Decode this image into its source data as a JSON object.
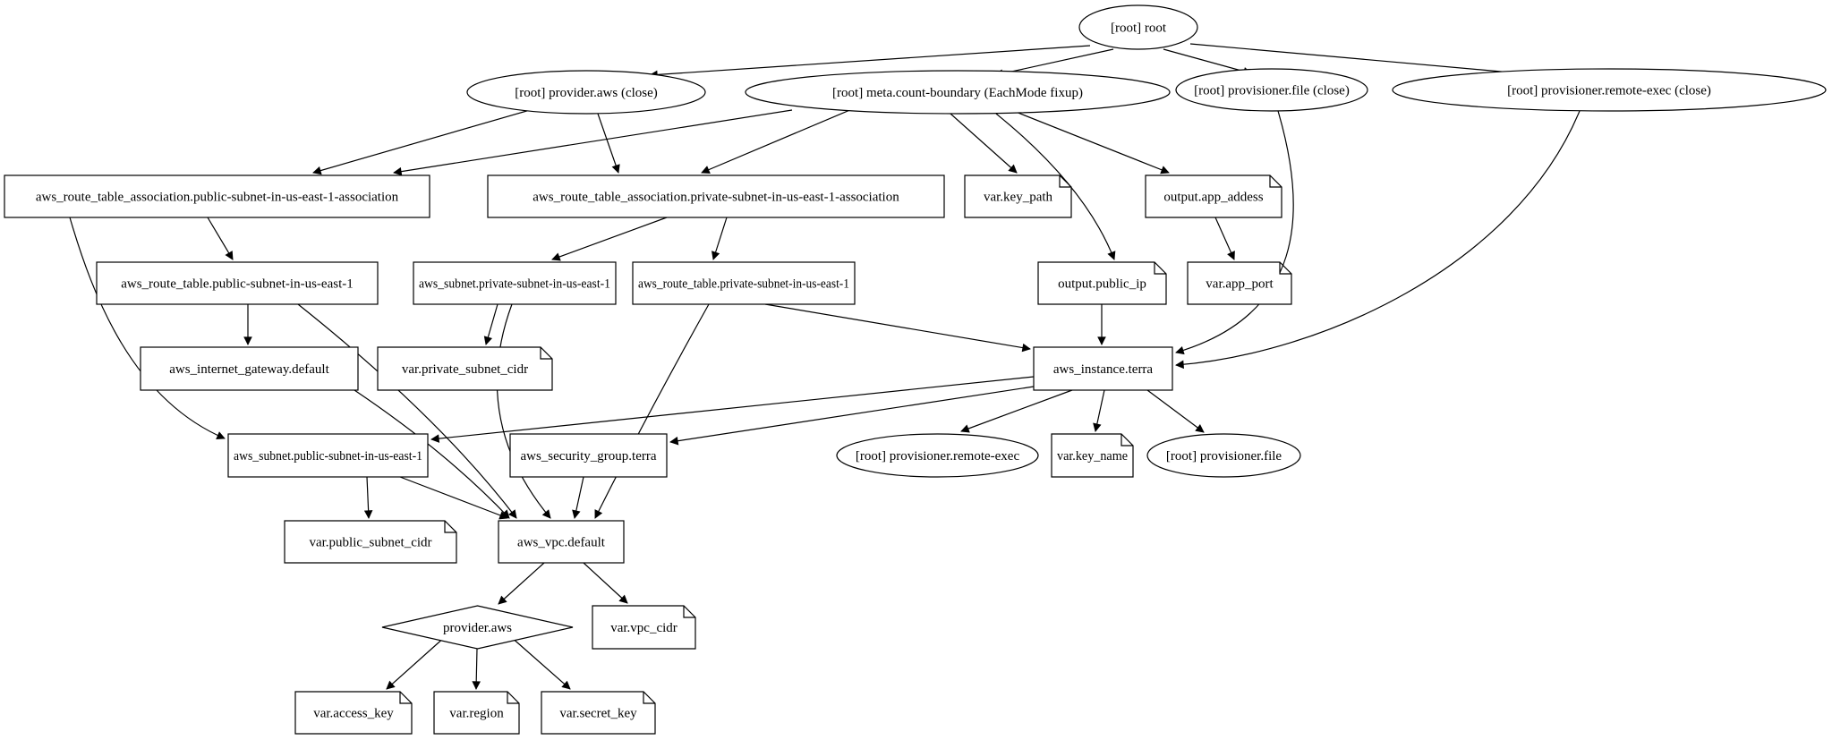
{
  "diagram": {
    "kind": "terraform-dependency-graph",
    "background_color": "#ffffff",
    "node_fill_color": "#ffffff",
    "line_color": "#000000",
    "nodes": [
      {
        "id": "root",
        "label": "[root] root",
        "shape": "ellipse"
      },
      {
        "id": "provider_close",
        "label": "[root] provider.aws (close)",
        "shape": "ellipse"
      },
      {
        "id": "meta",
        "label": "[root] meta.count-boundary (EachMode fixup)",
        "shape": "ellipse"
      },
      {
        "id": "provfile_close",
        "label": "[root] provisioner.file (close)",
        "shape": "ellipse"
      },
      {
        "id": "provremote_close",
        "label": "[root] provisioner.remote-exec (close)",
        "shape": "ellipse"
      },
      {
        "id": "assoc_public",
        "label": "aws_route_table_association.public-subnet-in-us-east-1-association",
        "shape": "box"
      },
      {
        "id": "assoc_private",
        "label": "aws_route_table_association.private-subnet-in-us-east-1-association",
        "shape": "box"
      },
      {
        "id": "var_key_path",
        "label": "var.key_path",
        "shape": "note"
      },
      {
        "id": "output_app_addess",
        "label": "output.app_addess",
        "shape": "note"
      },
      {
        "id": "rt_public",
        "label": "aws_route_table.public-subnet-in-us-east-1",
        "shape": "box"
      },
      {
        "id": "subnet_private",
        "label": "aws_subnet.private-subnet-in-us-east-1",
        "shape": "box"
      },
      {
        "id": "rt_private",
        "label": "aws_route_table.private-subnet-in-us-east-1",
        "shape": "box"
      },
      {
        "id": "output_public_ip",
        "label": "output.public_ip",
        "shape": "note"
      },
      {
        "id": "var_app_port",
        "label": "var.app_port",
        "shape": "note"
      },
      {
        "id": "igw",
        "label": "aws_internet_gateway.default",
        "shape": "box"
      },
      {
        "id": "var_private_cidr",
        "label": "var.private_subnet_cidr",
        "shape": "note"
      },
      {
        "id": "instance",
        "label": "aws_instance.terra",
        "shape": "box"
      },
      {
        "id": "subnet_public",
        "label": "aws_subnet.public-subnet-in-us-east-1",
        "shape": "box"
      },
      {
        "id": "sg",
        "label": "aws_security_group.terra",
        "shape": "box"
      },
      {
        "id": "provremote",
        "label": "[root] provisioner.remote-exec",
        "shape": "ellipse"
      },
      {
        "id": "var_key_name",
        "label": "var.key_name",
        "shape": "note"
      },
      {
        "id": "provfile",
        "label": "[root] provisioner.file",
        "shape": "ellipse"
      },
      {
        "id": "var_public_cidr",
        "label": "var.public_subnet_cidr",
        "shape": "note"
      },
      {
        "id": "vpc",
        "label": "aws_vpc.default",
        "shape": "box"
      },
      {
        "id": "provider_aws",
        "label": "provider.aws",
        "shape": "diamond"
      },
      {
        "id": "var_vpc_cidr",
        "label": "var.vpc_cidr",
        "shape": "note"
      },
      {
        "id": "var_access_key",
        "label": "var.access_key",
        "shape": "note"
      },
      {
        "id": "var_region",
        "label": "var.region",
        "shape": "note"
      },
      {
        "id": "var_secret_key",
        "label": "var.secret_key",
        "shape": "note"
      }
    ],
    "edges": [
      {
        "from": "root",
        "to": "provider_close"
      },
      {
        "from": "root",
        "to": "meta"
      },
      {
        "from": "root",
        "to": "provfile_close"
      },
      {
        "from": "root",
        "to": "provremote_close"
      },
      {
        "from": "provider_close",
        "to": "assoc_public"
      },
      {
        "from": "meta",
        "to": "assoc_public"
      },
      {
        "from": "provider_close",
        "to": "assoc_private"
      },
      {
        "from": "meta",
        "to": "assoc_private"
      },
      {
        "from": "meta",
        "to": "var_key_path"
      },
      {
        "from": "meta",
        "to": "output_app_addess"
      },
      {
        "from": "meta",
        "to": "output_public_ip"
      },
      {
        "from": "output_app_addess",
        "to": "var_app_port"
      },
      {
        "from": "assoc_public",
        "to": "rt_public"
      },
      {
        "from": "assoc_public",
        "to": "subnet_public"
      },
      {
        "from": "assoc_private",
        "to": "subnet_private"
      },
      {
        "from": "assoc_private",
        "to": "rt_private"
      },
      {
        "from": "rt_public",
        "to": "igw"
      },
      {
        "from": "rt_public",
        "to": "vpc"
      },
      {
        "from": "subnet_private",
        "to": "var_private_cidr"
      },
      {
        "from": "subnet_private",
        "to": "vpc"
      },
      {
        "from": "rt_private",
        "to": "instance"
      },
      {
        "from": "rt_private",
        "to": "vpc"
      },
      {
        "from": "output_public_ip",
        "to": "instance"
      },
      {
        "from": "provfile_close",
        "to": "instance"
      },
      {
        "from": "provremote_close",
        "to": "instance"
      },
      {
        "from": "igw",
        "to": "vpc"
      },
      {
        "from": "instance",
        "to": "subnet_public"
      },
      {
        "from": "instance",
        "to": "sg"
      },
      {
        "from": "instance",
        "to": "provremote"
      },
      {
        "from": "instance",
        "to": "var_key_name"
      },
      {
        "from": "instance",
        "to": "provfile"
      },
      {
        "from": "subnet_public",
        "to": "var_public_cidr"
      },
      {
        "from": "subnet_public",
        "to": "vpc"
      },
      {
        "from": "sg",
        "to": "vpc"
      },
      {
        "from": "vpc",
        "to": "provider_aws"
      },
      {
        "from": "vpc",
        "to": "var_vpc_cidr"
      },
      {
        "from": "provider_aws",
        "to": "var_access_key"
      },
      {
        "from": "provider_aws",
        "to": "var_region"
      },
      {
        "from": "provider_aws",
        "to": "var_secret_key"
      }
    ]
  }
}
